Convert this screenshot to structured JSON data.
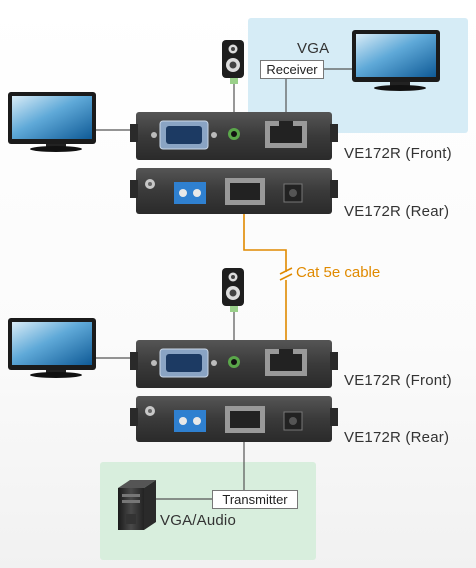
{
  "receiver_panel": {
    "vga_label": "VGA",
    "tag_label": "Receiver"
  },
  "units": {
    "top_front_label": "VE172R (Front)",
    "top_rear_label": "VE172R (Rear)",
    "bottom_front_label": "VE172R (Front)",
    "bottom_rear_label": "VE172R (Rear)"
  },
  "cable": {
    "label": "Cat 5e cable",
    "color": "#e08a00"
  },
  "transmitter_panel": {
    "tag_label": "Transmitter",
    "source_label": "VGA/Audio"
  },
  "colors": {
    "receiver_panel_bg": "#d6ecf6",
    "transmitter_panel_bg": "#d8eedd",
    "device_body": "#3b3b3b",
    "terminal_block": "#2f80d0"
  }
}
